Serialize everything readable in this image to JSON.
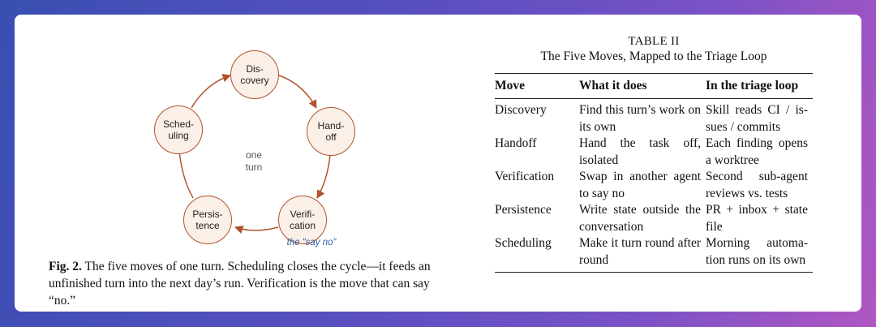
{
  "figure": {
    "nodes": [
      {
        "label": "Dis-\ncovery"
      },
      {
        "label": "Hand-\noff"
      },
      {
        "label": "Verifi-\ncation"
      },
      {
        "label": "Persis-\ntence"
      },
      {
        "label": "Sched-\nuling"
      }
    ],
    "center_label": "one\nturn",
    "annotation": "the “say no”",
    "node_fill": "#fbf0e7",
    "node_stroke": "#b0532b",
    "arrow_color": "#b0532b",
    "annotation_color": "#2f62a0"
  },
  "caption": {
    "label": "Fig. 2.",
    "text": " The five moves of one turn. Scheduling closes the cycle—it feeds an unfinished turn into the next day’s run. Verification is the move that can say “no.”"
  },
  "table": {
    "label": "TABLE II",
    "title": "The Five Moves, Mapped to the Triage Loop",
    "headers": [
      "Move",
      "What it does",
      "In the triage loop"
    ],
    "rows": [
      [
        "Discovery",
        "Find this turn’s work on its own",
        "Skill reads CI / is-sues / commits"
      ],
      [
        "Handoff",
        "Hand the task off, isolated",
        "Each finding opens a worktree"
      ],
      [
        "Verification",
        "Swap in another agent to say no",
        "Second sub-agent reviews vs. tests"
      ],
      [
        "Persistence",
        "Write state outside the conversation",
        "PR + inbox + state file"
      ],
      [
        "Scheduling",
        "Make it turn round after round",
        "Morning automa-tion runs on its own"
      ]
    ]
  }
}
